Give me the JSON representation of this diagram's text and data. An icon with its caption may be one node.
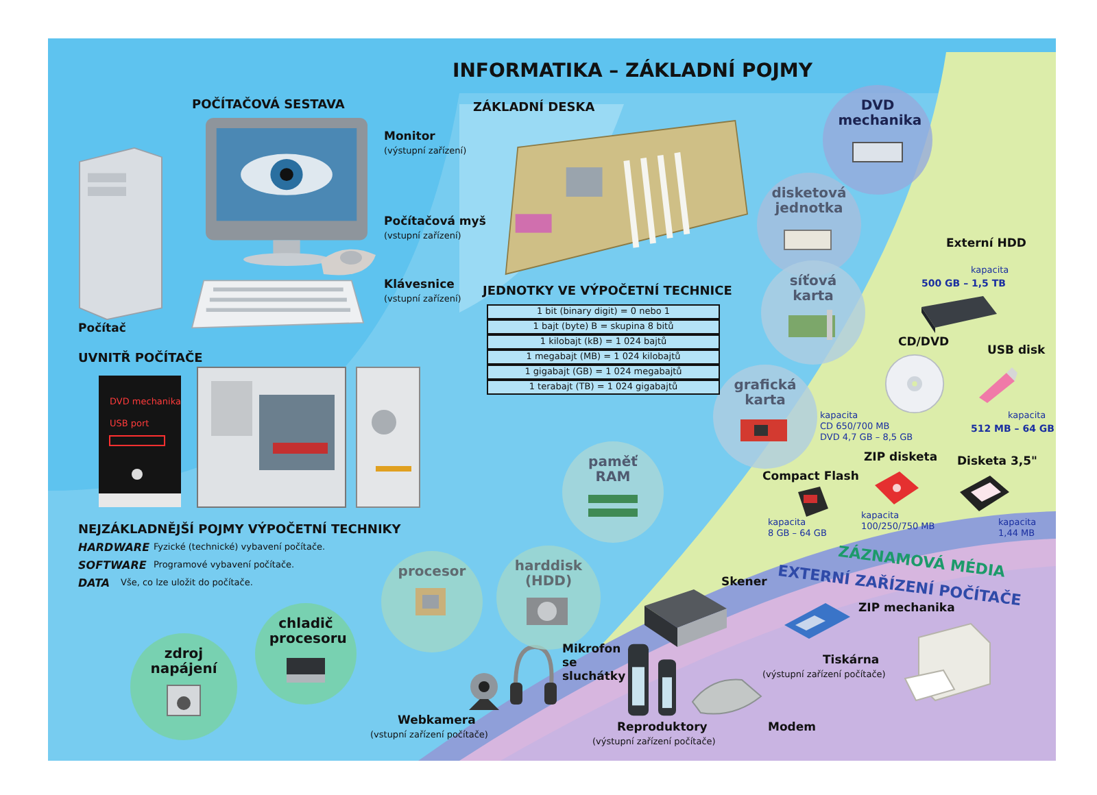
{
  "diagram": {
    "title": "INFORMATIKA – ZÁKLADNÍ POJMY",
    "nodes": [
      {
        "text": [
          "DVD mechanika"
        ]
      },
      {
        "text": [
          "disketová jednotka"
        ]
      },
      {
        "text": [
          "síťová karta"
        ]
      },
      {
        "text": [
          "grafická karta"
        ]
      },
      {
        "text": [
          "paměť RAM"
        ]
      },
      {
        "text": [
          "harddisk (HDD)"
        ]
      },
      {
        "text": [
          "procesor"
        ]
      },
      {
        "text": [
          "chladič procesoru"
        ]
      },
      {
        "text": [
          "zdroj napájení"
        ]
      }
    ],
    "labels": [
      "POČÍTAČOVÁ SESTAVA",
      "Monitor",
      "(výstupní zařízení)",
      "Počítačová myš",
      "(vstupní zařízení)",
      "Klávesnice",
      "(vstupní zařízení)",
      "Počítač",
      "ZÁKLADNÍ DESKA",
      "JEDNOTKY VE VÝPOČETNÍ TECHNICE",
      "1 bit (binary digit) = 0 nebo 1",
      "1 bajt (byte) B = skupina 8 bitů",
      "1 kilobajt (kB) = 1 024 bajtů",
      "1 megabajt (MB) = 1 024 kilobajtů",
      "1 gigabajt (GB) = 1 024 megabajtů",
      "1 terabajt (TB) = 1 024 gigabajtů",
      "UVNITŘ POČÍTAČE",
      "DVD mechanika",
      "USB port",
      "NEJZÁKLADNĚJŠÍ POJMY VÝPOČETNÍ TECHNIKY",
      "HARDWARE",
      "Fyzické (technické) vybavení počítače.",
      "SOFTWARE",
      "Programové vybavení počítače.",
      "DATA",
      "Vše, co lze uložit do počítače.",
      "Externí HDD",
      "kapacita",
      "500 GB – 1,5 TB",
      "CD/DVD",
      "kapacita",
      "CD 650/700 MB",
      "DVD 4,7 GB – 8,5 GB",
      "USB disk",
      "kapacita",
      "512 MB – 64 GB",
      "Compact Flash",
      "kapacita",
      "8 GB – 64 GB",
      "ZIP disketa",
      "kapacita",
      "100/250/750 MB",
      "Disketa 3,5\"",
      "kapacita",
      "1,44 MB",
      "ZÁZNAMOVÁ MÉDIA",
      "EXTERNÍ ZAŘÍZENÍ POČÍTAČE",
      "Skener",
      "ZIP mechanika",
      "Tiskárna",
      "(výstupní zařízení počítače)",
      "Mikrofon se sluchátky",
      "Reproduktory",
      "(výstupní zařízení počítače)",
      "Modem",
      "Webkamera",
      "(vstupní zařízení počítače)"
    ]
  }
}
